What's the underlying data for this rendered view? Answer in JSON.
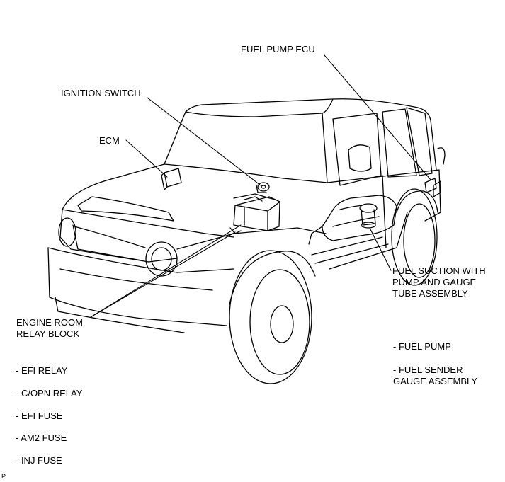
{
  "labels": {
    "fuel_pump_ecu": "FUEL PUMP ECU",
    "ignition_switch": "IGNITION SWITCH",
    "ecm": "ECM",
    "fuel_suction": [
      "FUEL SUCTION WITH",
      "PUMP AND GAUGE",
      "TUBE ASSEMBLY"
    ],
    "engine_room": [
      "ENGINE ROOM",
      "RELAY BLOCK"
    ],
    "fuel_pump_item": "- FUEL PUMP",
    "fuel_sender": [
      "- FUEL SENDER",
      "GAUGE ASSEMBLY"
    ]
  },
  "relay_block_items": [
    "- EFI RELAY",
    "- C/OPN RELAY",
    "- EFI FUSE",
    "- AM2 FUSE",
    "- INJ FUSE"
  ],
  "footer_mark": "P"
}
